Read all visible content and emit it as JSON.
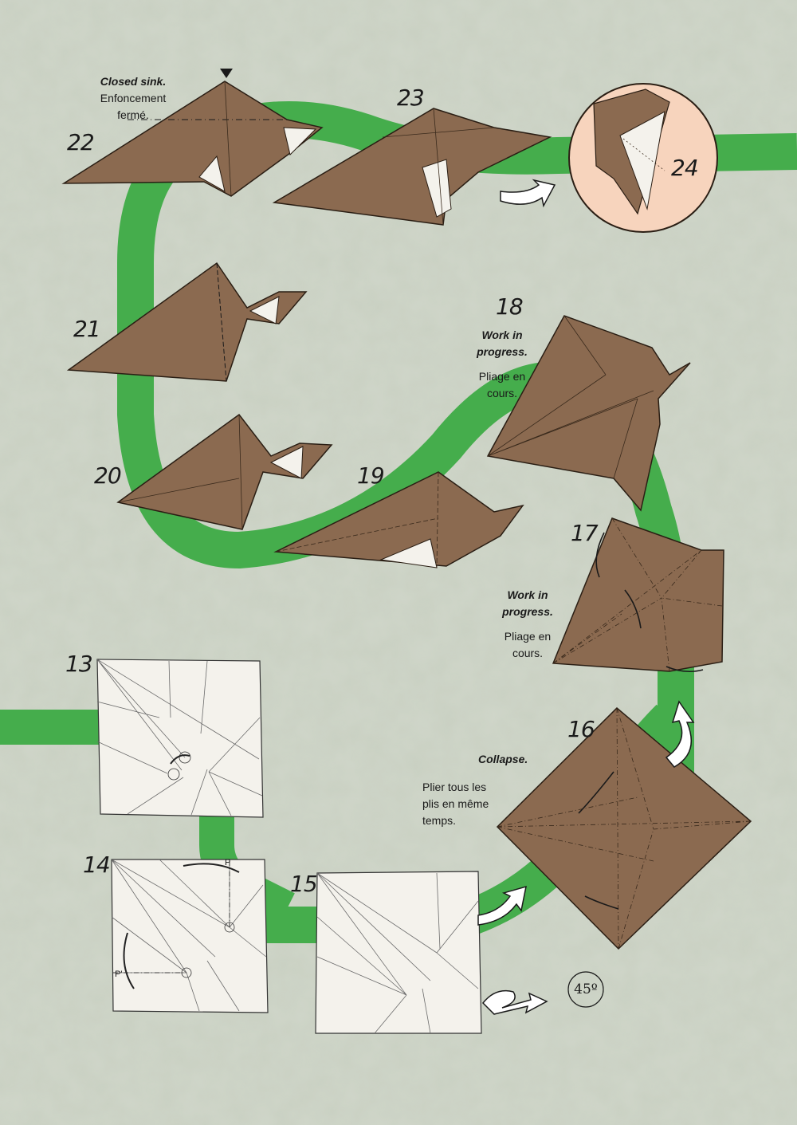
{
  "steps": [
    "13",
    "14",
    "15",
    "16",
    "17",
    "18",
    "19",
    "20",
    "21",
    "22",
    "23",
    "24"
  ],
  "notes": {
    "step22": [
      "Closed sink.",
      "Enfoncement",
      "fermé."
    ],
    "step18": [
      "Work in",
      "progress.",
      "Pliage en",
      "cours."
    ],
    "step17": [
      "Work in",
      "progress.",
      "Pliage en",
      "cours."
    ],
    "step16": [
      "Collapse.",
      "Plier tous les",
      "plis en même",
      "temps."
    ]
  },
  "fold_marks": {
    "p": "P",
    "p_prime": "P'"
  },
  "rotation_label": "45º",
  "colors": {
    "background": "#c9d0c2",
    "path_green": "#45ad4c",
    "paper_brown": "#8b6a50",
    "paper_white": "#f4f2ec",
    "inset_skin": "#f7d4bd"
  },
  "icons": [
    "arrow-icon",
    "push-arrow-icon",
    "turn-over-icon",
    "rotate-icon"
  ]
}
